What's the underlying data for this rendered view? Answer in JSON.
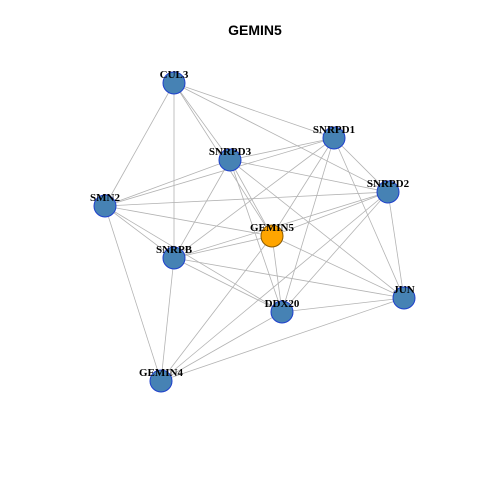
{
  "title": "GEMIN5",
  "colors": {
    "center_node": "#FFA500",
    "center_border": "#8B5A00",
    "node": "#4682B4",
    "node_border": "#1E3FCC",
    "edge": "#B3B3B3"
  },
  "nodes": [
    {
      "id": "GEMIN5",
      "label": "GEMIN5",
      "center": true
    },
    {
      "id": "CUL3",
      "label": "CUL3"
    },
    {
      "id": "SNRPD1",
      "label": "SNRPD1"
    },
    {
      "id": "SNRPD3",
      "label": "SNRPD3"
    },
    {
      "id": "SNRPD2",
      "label": "SNRPD2"
    },
    {
      "id": "SMN2",
      "label": "SMN2"
    },
    {
      "id": "SNRPB",
      "label": "SNRPB"
    },
    {
      "id": "JUN",
      "label": "JUN"
    },
    {
      "id": "DDX20",
      "label": "DDX20"
    },
    {
      "id": "GEMIN4",
      "label": "GEMIN4"
    }
  ],
  "edges": [
    [
      "CUL3",
      "SNRPD1"
    ],
    [
      "CUL3",
      "SNRPD3"
    ],
    [
      "CUL3",
      "SNRPD2"
    ],
    [
      "CUL3",
      "SMN2"
    ],
    [
      "CUL3",
      "SNRPB"
    ],
    [
      "CUL3",
      "GEMIN5"
    ],
    [
      "SNRPD1",
      "SNRPD3"
    ],
    [
      "SNRPD1",
      "SNRPD2"
    ],
    [
      "SNRPD1",
      "SMN2"
    ],
    [
      "SNRPD1",
      "GEMIN5"
    ],
    [
      "SNRPD1",
      "SNRPB"
    ],
    [
      "SNRPD1",
      "JUN"
    ],
    [
      "SNRPD1",
      "DDX20"
    ],
    [
      "SNRPD3",
      "SMN2"
    ],
    [
      "SNRPD3",
      "SNRPD2"
    ],
    [
      "SNRPD3",
      "GEMIN5"
    ],
    [
      "SNRPD3",
      "SNRPB"
    ],
    [
      "SNRPD3",
      "JUN"
    ],
    [
      "SNRPD3",
      "DDX20"
    ],
    [
      "SNRPD2",
      "SMN2"
    ],
    [
      "SNRPD2",
      "GEMIN5"
    ],
    [
      "SNRPD2",
      "SNRPB"
    ],
    [
      "SNRPD2",
      "JUN"
    ],
    [
      "SNRPD2",
      "DDX20"
    ],
    [
      "SNRPD2",
      "GEMIN4"
    ],
    [
      "SMN2",
      "GEMIN5"
    ],
    [
      "SMN2",
      "SNRPB"
    ],
    [
      "SMN2",
      "DDX20"
    ],
    [
      "SMN2",
      "GEMIN4"
    ],
    [
      "GEMIN5",
      "SNRPB"
    ],
    [
      "GEMIN5",
      "JUN"
    ],
    [
      "GEMIN5",
      "DDX20"
    ],
    [
      "GEMIN5",
      "GEMIN4"
    ],
    [
      "SNRPB",
      "JUN"
    ],
    [
      "SNRPB",
      "DDX20"
    ],
    [
      "SNRPB",
      "GEMIN4"
    ],
    [
      "JUN",
      "DDX20"
    ],
    [
      "JUN",
      "GEMIN4"
    ],
    [
      "DDX20",
      "GEMIN4"
    ]
  ]
}
